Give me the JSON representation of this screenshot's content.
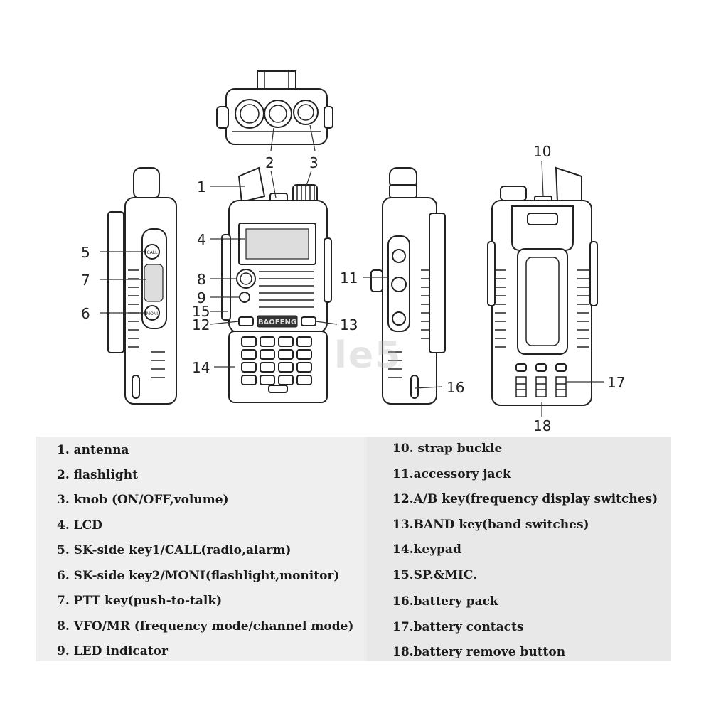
{
  "callouts": [
    {
      "id": "c1",
      "text": "1"
    },
    {
      "id": "c2",
      "text": "2"
    },
    {
      "id": "c3",
      "text": "3"
    },
    {
      "id": "c4",
      "text": "4"
    },
    {
      "id": "c5",
      "text": "5"
    },
    {
      "id": "c6",
      "text": "6"
    },
    {
      "id": "c7",
      "text": "7"
    },
    {
      "id": "c8",
      "text": "8"
    },
    {
      "id": "c9",
      "text": "9"
    },
    {
      "id": "c10",
      "text": "10"
    },
    {
      "id": "c11",
      "text": "11"
    },
    {
      "id": "c12",
      "text": "12"
    },
    {
      "id": "c13",
      "text": "13"
    },
    {
      "id": "c14",
      "text": "14"
    },
    {
      "id": "c15",
      "text": "15"
    },
    {
      "id": "c16",
      "text": "16"
    },
    {
      "id": "c17",
      "text": "17"
    },
    {
      "id": "c18",
      "text": "18"
    }
  ],
  "legend": {
    "left": [
      "1. antenna",
      "2. flashlight",
      "3. knob (ON/OFF,volume)",
      "4. LCD",
      "5. SK-side key1/CALL(radio,alarm)",
      "6. SK-side key2/MONI(flashlight,monitor)",
      "7. PTT key(push-to-talk)",
      "8. VFO/MR (frequency mode/channel mode)",
      "9. LED indicator"
    ],
    "right": [
      "10. strap buckle",
      "11.accessory jack",
      "12.A/B key(frequency display switches)",
      "13.BAND key(band switches)",
      "14.keypad",
      "15.SP.&MIC.",
      "16.battery pack",
      "17.battery contacts",
      "18.battery remove button"
    ]
  },
  "device": {
    "panel_text": "BAOFENG",
    "key_labels": [
      "CALL",
      "MONI"
    ]
  },
  "watermark": "le5"
}
